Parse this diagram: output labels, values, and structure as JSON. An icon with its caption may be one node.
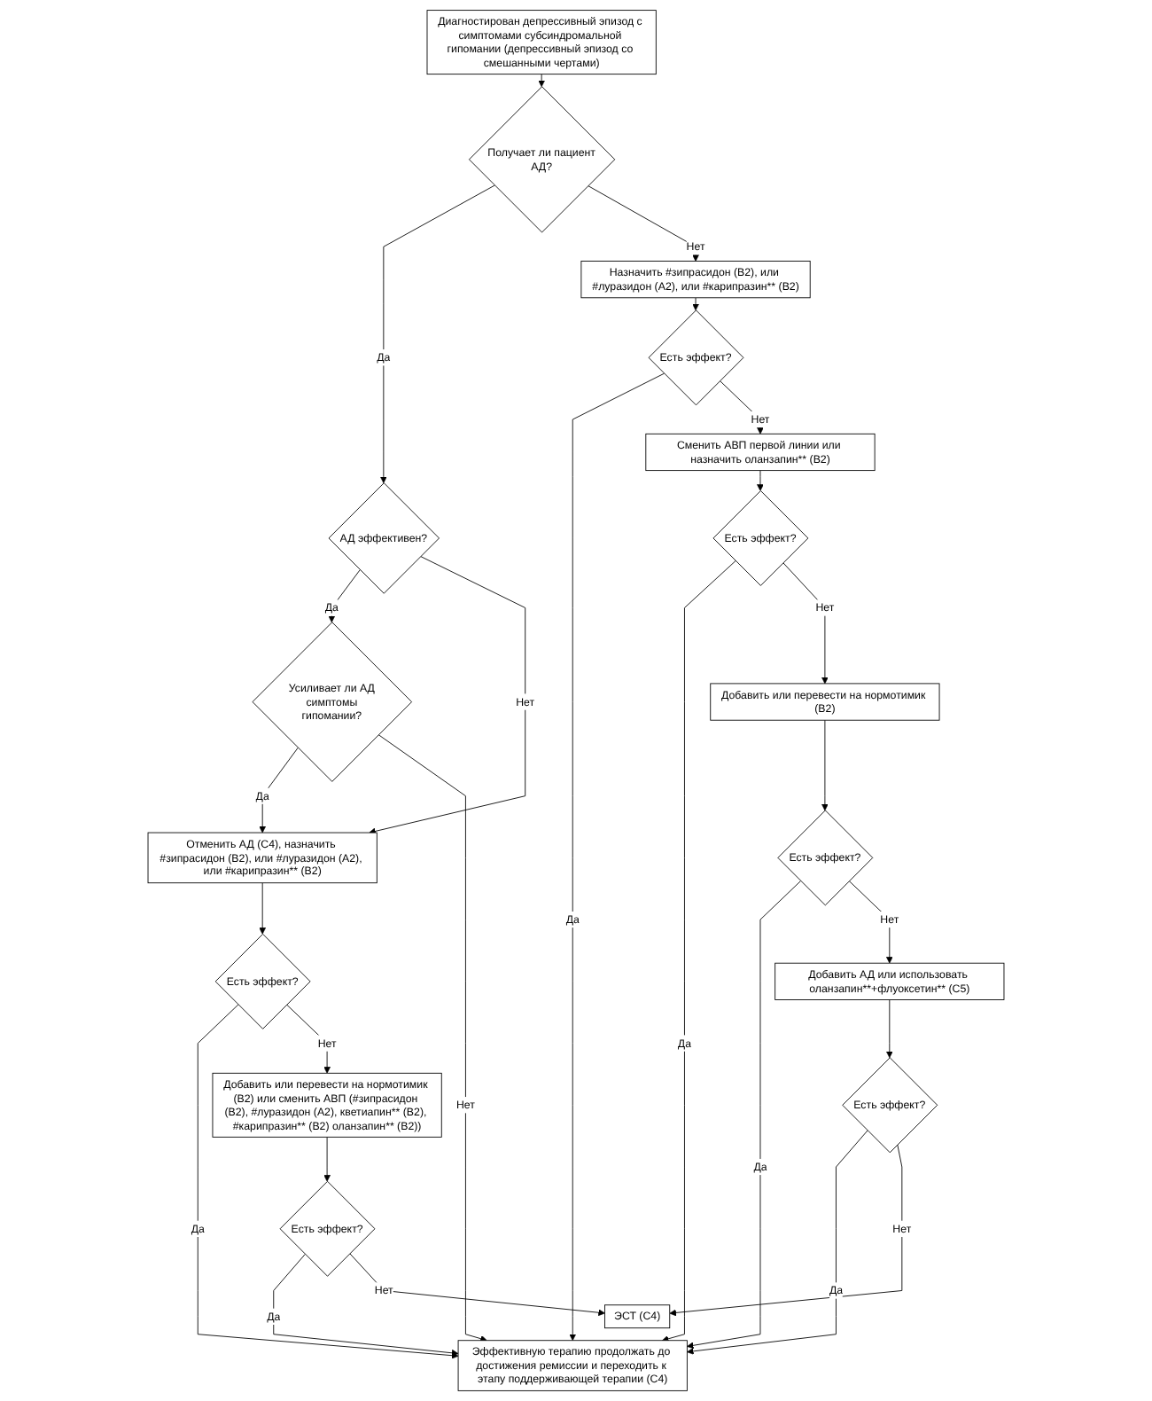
{
  "diagram": {
    "nodes": [
      {
        "text": [
          "Диагностирован депрессивный эпизод с симптомами субсиндромальной гипомании (депрессивный эпизод со смешанными чертами)"
        ]
      },
      {
        "text": [
          "Получает ли пациент АД?"
        ]
      },
      {
        "text": [
          "АД эффективен?"
        ]
      },
      {
        "text": [
          "Усиливает ли АД симптомы гипомании?"
        ]
      },
      {
        "text": [
          "Отменить АД (С4), назначить #зипрасидон (В2), или #луразидон (А2), или #карипразин** (В2)"
        ]
      },
      {
        "text": [
          "Есть эффект?"
        ]
      },
      {
        "text": [
          "Добавить или перевести на нормотимик (В2) или сменить АВП (#зипрасидон (В2), #луразидон (А2), кветиапин** (В2), #карипразин** (В2) оланзапин** (В2))"
        ]
      },
      {
        "text": [
          "Есть эффект?"
        ]
      },
      {
        "text": [
          "Назначить #зипрасидон (В2), или #луразидон (А2), или #карипразин** (В2)"
        ]
      },
      {
        "text": [
          "Есть эффект?"
        ]
      },
      {
        "text": [
          "Сменить АВП первой линии или назначить оланзапин** (В2)"
        ]
      },
      {
        "text": [
          "Есть эффект?"
        ]
      },
      {
        "text": [
          "Добавить или перевести на нормотимик (В2)"
        ]
      },
      {
        "text": [
          "Есть эффект?"
        ]
      },
      {
        "text": [
          "Добавить АД или использовать оланзапин**+флуоксетин** (С5)"
        ]
      },
      {
        "text": [
          "Есть эффект?"
        ]
      },
      {
        "text": [
          "ЭСТ (С4)"
        ]
      },
      {
        "text": [
          "Эффективную терапию продолжать до достижения ремиссии и переходить к этапу поддерживающей терапии (С4)"
        ]
      }
    ],
    "edges": [
      {
        "from": 0,
        "to": 1,
        "arrow": "to"
      },
      {
        "from": 1,
        "to": 2,
        "arrow": "to",
        "label": "Да"
      },
      {
        "from": 1,
        "to": 8,
        "arrow": "to",
        "label": "Нет"
      },
      {
        "from": 2,
        "to": 3,
        "arrow": "to",
        "label": "Да"
      },
      {
        "from": 2,
        "to": 4,
        "arrow": "to",
        "label": "Нет"
      },
      {
        "from": 3,
        "to": 4,
        "arrow": "to",
        "label": "Да"
      },
      {
        "from": 3,
        "to": 17,
        "arrow": "to",
        "label": "Нет"
      },
      {
        "from": 4,
        "to": 5,
        "arrow": "to"
      },
      {
        "from": 5,
        "to": 17,
        "arrow": "to",
        "label": "Да"
      },
      {
        "from": 5,
        "to": 6,
        "arrow": "to",
        "label": "Нет"
      },
      {
        "from": 6,
        "to": 7,
        "arrow": "to"
      },
      {
        "from": 7,
        "to": 17,
        "arrow": "to",
        "label": "Да"
      },
      {
        "from": 7,
        "to": 16,
        "arrow": "to",
        "label": "Нет"
      },
      {
        "from": 8,
        "to": 9,
        "arrow": "to"
      },
      {
        "from": 9,
        "to": 17,
        "arrow": "to",
        "label": "Да"
      },
      {
        "from": 9,
        "to": 10,
        "arrow": "to",
        "label": "Нет"
      },
      {
        "from": 10,
        "to": 11,
        "arrow": "to"
      },
      {
        "from": 11,
        "to": 17,
        "arrow": "to",
        "label": "Да"
      },
      {
        "from": 11,
        "to": 12,
        "arrow": "to",
        "label": "Нет"
      },
      {
        "from": 12,
        "to": 13,
        "arrow": "to"
      },
      {
        "from": 13,
        "to": 17,
        "arrow": "to",
        "label": "Да"
      },
      {
        "from": 13,
        "to": 14,
        "arrow": "to",
        "label": "Нет"
      },
      {
        "from": 14,
        "to": 15,
        "arrow": "to"
      },
      {
        "from": 15,
        "to": 17,
        "arrow": "to",
        "label": "Да"
      },
      {
        "from": 15,
        "to": 16,
        "arrow": "to",
        "label": "Нет"
      }
    ]
  }
}
